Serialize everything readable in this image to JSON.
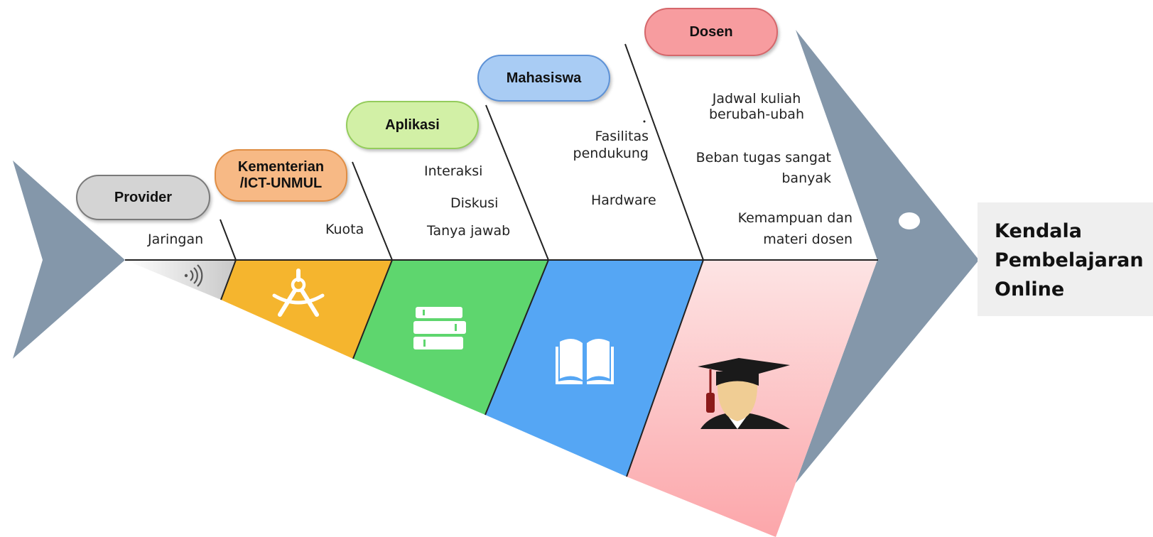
{
  "diagram": {
    "effect": {
      "line1": "Kendala",
      "line2": "Pembelajaran",
      "line3": "Online"
    },
    "colors": {
      "fish_body": "#8497AA",
      "spine": "#222222",
      "provider_section": "#D9D9D9",
      "kementerian_section": "#F5B52E",
      "aplikasi_section": "#5ED66E",
      "mahasiswa_section": "#55A6F4",
      "dosen_section": "#FCC6C8"
    },
    "categories": [
      {
        "label": "Provider",
        "pill_color": "#D4D4D4",
        "icon": "wifi-signal-icon",
        "causes": [
          "Jaringan"
        ]
      },
      {
        "label_line1": "Kementerian",
        "label_line2": "/ICT-UNMUL",
        "pill_color": "#F7B985",
        "icon": "compass-drafting-icon",
        "causes": [
          "Kuota"
        ]
      },
      {
        "label": "Aplikasi",
        "pill_color": "#D2F0A6",
        "icon": "book-stack-icon",
        "causes": [
          "Interaksi",
          "Diskusi",
          "Tanya jawab"
        ]
      },
      {
        "label": "Mahasiswa",
        "pill_color": "#A9CCF4",
        "icon": "open-book-icon",
        "causes": [
          "Fasilitas",
          "pendukung",
          "Hardware"
        ]
      },
      {
        "label": "Dosen",
        "pill_color": "#F79C9F",
        "icon": "graduate-person-icon",
        "causes": [
          "Jadwal kuliah",
          "berubah-ubah",
          "Beban tugas  sangat",
          "banyak",
          "Kemampuan dan",
          "materi dosen"
        ]
      }
    ]
  }
}
